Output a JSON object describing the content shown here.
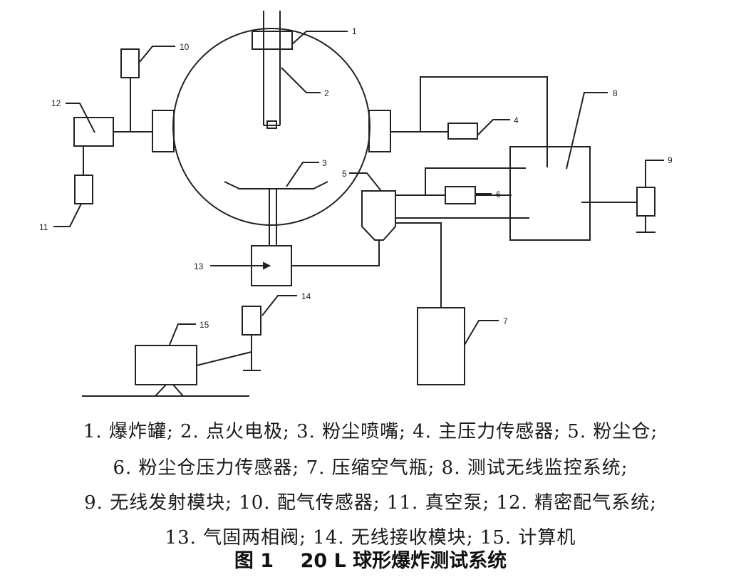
{
  "callouts": {
    "n1": "1",
    "n2": "2",
    "n3": "3",
    "n4": "4",
    "n5": "5",
    "n6": "6",
    "n7": "7",
    "n8": "8",
    "n9": "9",
    "n10": "10",
    "n11": "11",
    "n12": "12",
    "n13": "13",
    "n14": "14",
    "n15": "15"
  },
  "legend": {
    "line1": "1. 爆炸罐; 2. 点火电极; 3. 粉尘喷嘴; 4. 主压力传感器; 5. 粉尘仓;",
    "line2": "6. 粉尘仓压力传感器; 7. 压缩空气瓶; 8. 测试无线监控系统;",
    "line3": "9. 无线发射模块; 10. 配气传感器; 11. 真空泵; 12. 精密配气系统;",
    "line4": "13. 气固两相阀;  14. 无线接收模块;  15. 计算机"
  },
  "caption": {
    "label": "图 1",
    "title": "20 L 球形爆炸测试系统"
  }
}
